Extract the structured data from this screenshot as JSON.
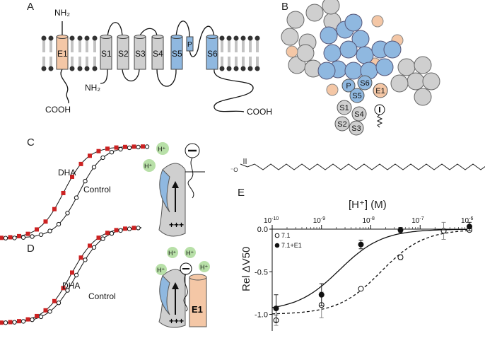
{
  "panels": {
    "A": "A",
    "B": "B",
    "C": "C",
    "D": "D",
    "E": "E"
  },
  "panel_a": {
    "nh2_top": "NH₂",
    "nh2_bottom": "NH₂",
    "cooh_left": "COOH",
    "cooh_right": "COOH",
    "helices": [
      {
        "label": "E1",
        "color": "#f4c7a6"
      },
      {
        "label": "S1",
        "color": "#cfcfcf"
      },
      {
        "label": "S2",
        "color": "#cfcfcf"
      },
      {
        "label": "S3",
        "color": "#cfcfcf"
      },
      {
        "label": "S4",
        "color": "#cfcfcf"
      },
      {
        "label": "S5",
        "color": "#8fb8e0"
      },
      {
        "label": "P",
        "color": "#8fb8e0"
      },
      {
        "label": "S6",
        "color": "#8fb8e0"
      }
    ]
  },
  "panel_b": {
    "labels": {
      "p": "P",
      "s6": "S6",
      "s5": "S5",
      "e1": "E1",
      "s1": "S1",
      "s4": "S4",
      "s2": "S2",
      "s3": "S3"
    }
  },
  "panel_c": {
    "dha": "DHA",
    "control": "Control",
    "proton": "H⁺",
    "charges": "+++"
  },
  "panel_d": {
    "dha": "DHA",
    "control": "Control",
    "proton": "H⁺",
    "charges": "+++",
    "e1": "E1"
  },
  "colors": {
    "dha": "#cc2222",
    "blue": "#8fb8e0",
    "orange": "#f4c7a6",
    "gray": "#cfcfcf",
    "proton": "#b8e0a8"
  },
  "chart_data": {
    "type": "scatter",
    "title": "",
    "xlabel": "[H⁺] (M)",
    "ylabel": "Rel ΔV50",
    "xscale": "log",
    "xlim": [
      1e-10,
      1e-06
    ],
    "ylim": [
      -1.1,
      0.05
    ],
    "xticks": [
      "10-10",
      "10-9",
      "10-8",
      "10-7",
      "10-6"
    ],
    "yticks": [
      "0.0",
      "-0.5",
      "-1.0"
    ],
    "legend_position": "top-left",
    "series": [
      {
        "name": "7.1",
        "marker": "open-circle",
        "fit": "dashed",
        "x": [
          1.2e-10,
          1e-09,
          6.3e-09,
          4e-08,
          3e-07,
          1e-06
        ],
        "y": [
          -1.07,
          -0.89,
          -0.7,
          -0.33,
          -0.02,
          -0.01
        ],
        "err": [
          0.06,
          0.15,
          0.01,
          0.03,
          0.1,
          0.02
        ],
        "fit_ec50": 1.6e-08,
        "fit_min": -1.0
      },
      {
        "name": "7.1+E1",
        "marker": "filled-circle",
        "fit": "solid",
        "x": [
          1.2e-10,
          1e-09,
          6.3e-09,
          4e-08,
          1e-06
        ],
        "y": [
          -0.93,
          -0.77,
          -0.18,
          -0.01,
          0.03
        ],
        "err": [
          0.16,
          0.13,
          0.05,
          0.03,
          0.05
        ],
        "fit_ec50": 2.3e-09,
        "fit_min": -0.96
      }
    ]
  }
}
